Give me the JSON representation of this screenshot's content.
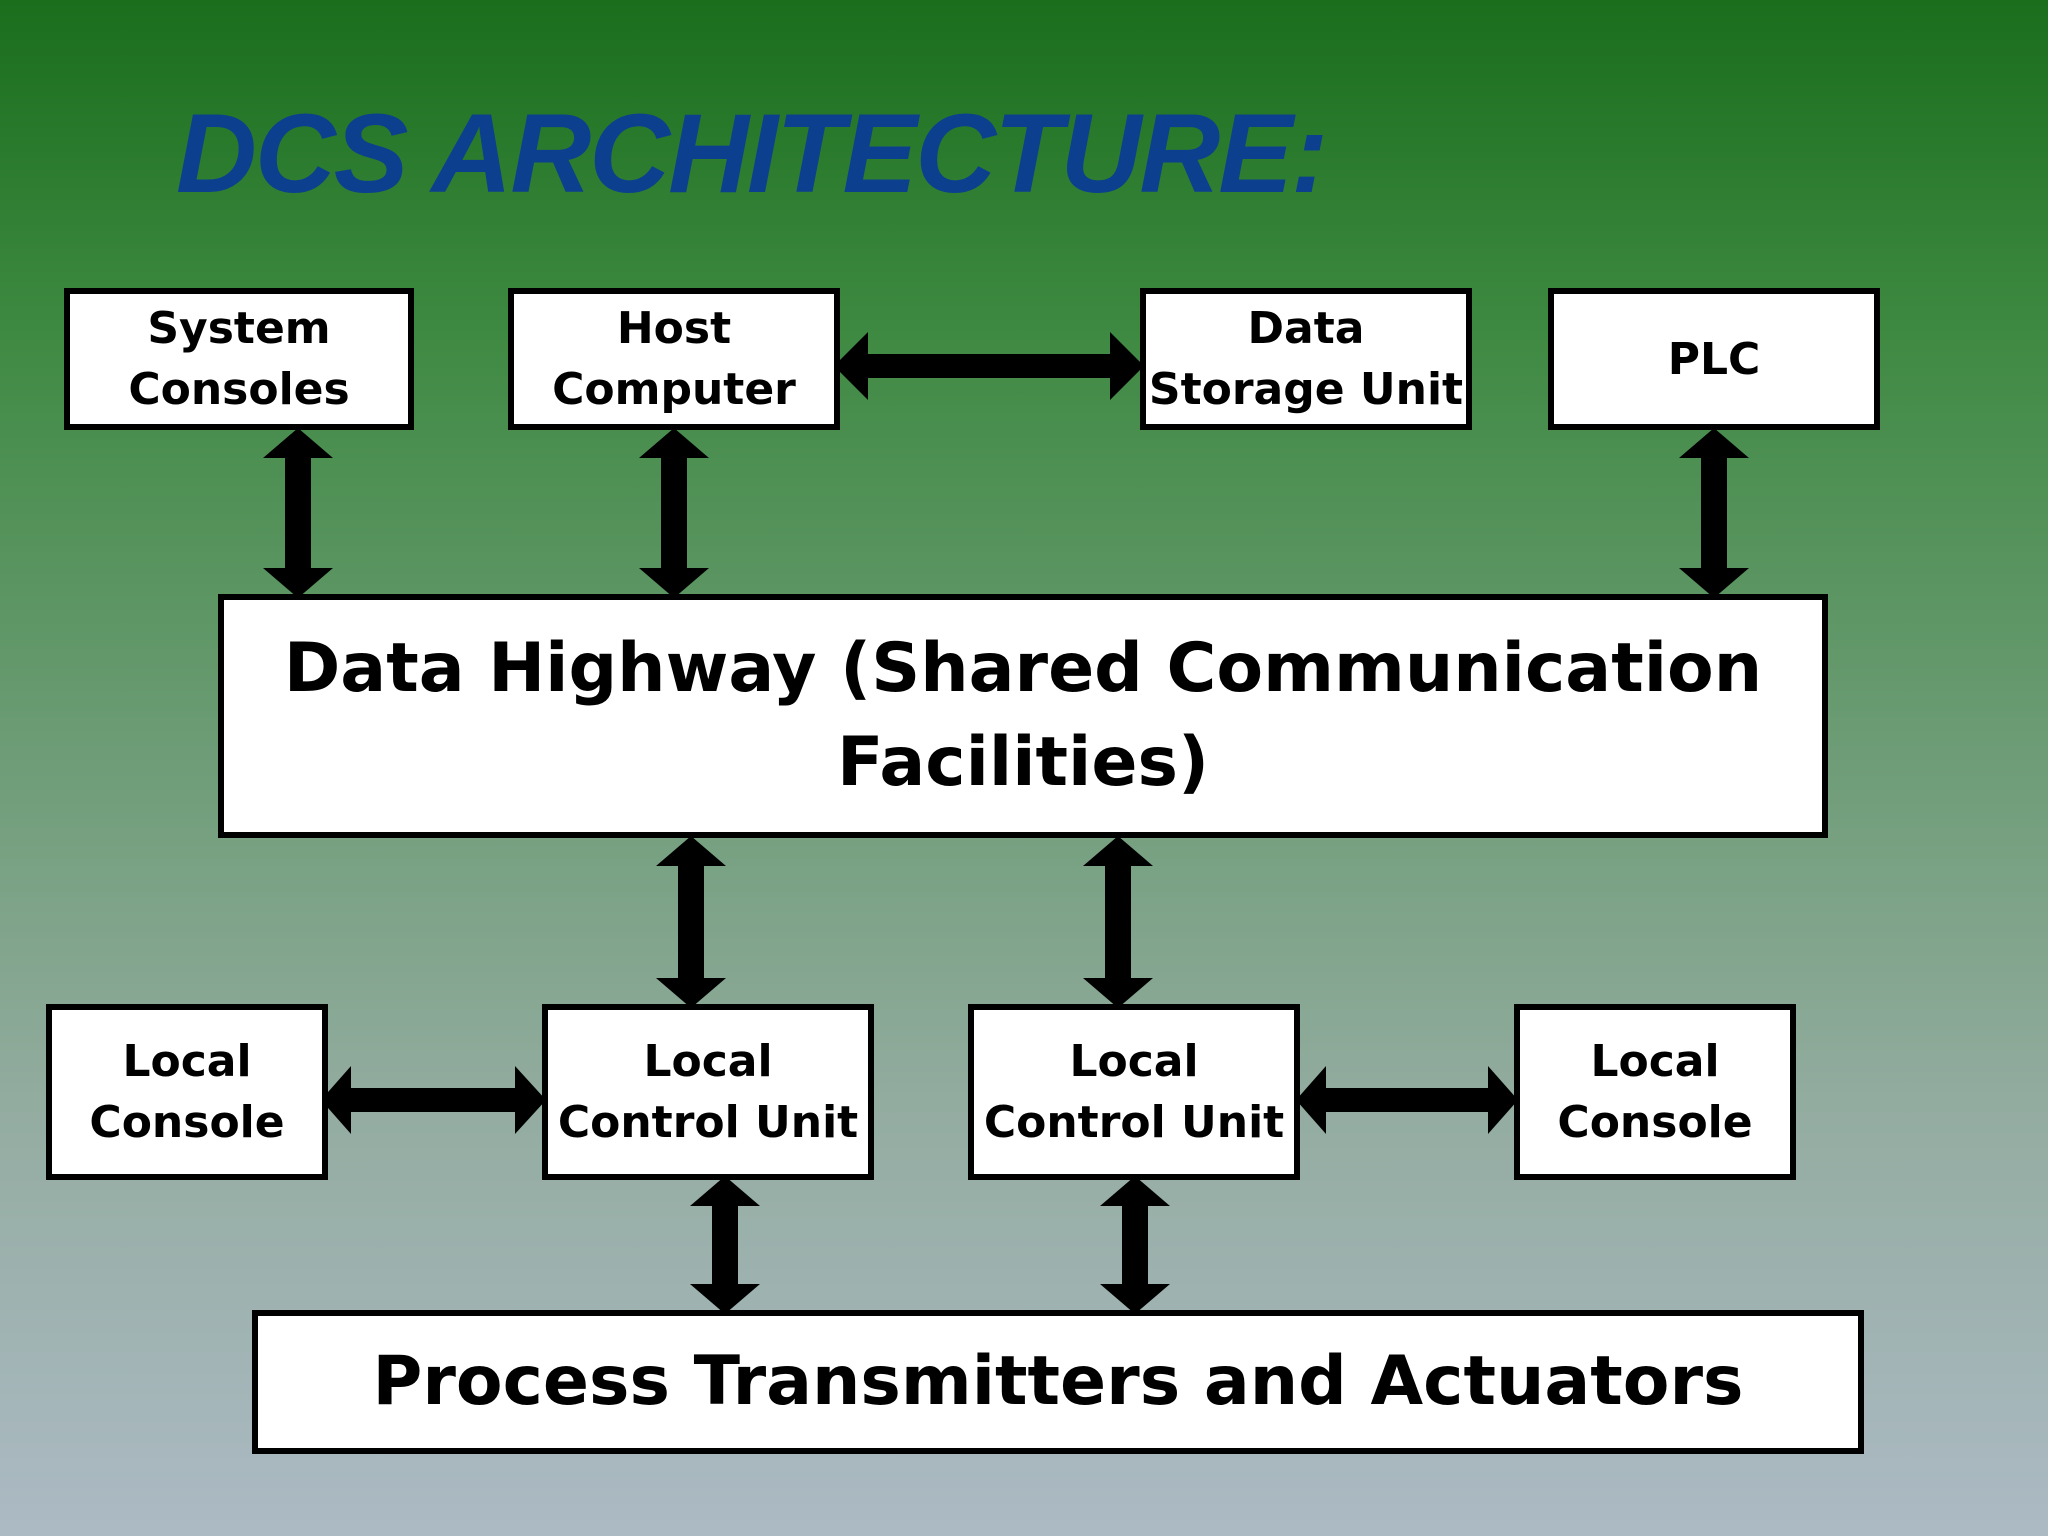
{
  "title": "DCS ARCHITECTURE:",
  "nodes": {
    "system_consoles": "System\nConsoles",
    "host_computer": "Host\nComputer",
    "data_storage_unit": "Data\nStorage Unit",
    "plc": "PLC",
    "data_highway": "Data Highway (Shared Communication\nFacilities)",
    "local_console_left": "Local\nConsole",
    "local_control_unit_left": "Local\nControl Unit",
    "local_control_unit_right": "Local\nControl Unit",
    "local_console_right": "Local\nConsole",
    "process_transmitters": "Process Transmitters and Actuators"
  },
  "edges": [
    [
      "host_computer",
      "data_storage_unit"
    ],
    [
      "system_consoles",
      "data_highway"
    ],
    [
      "host_computer",
      "data_highway"
    ],
    [
      "plc",
      "data_highway"
    ],
    [
      "data_highway",
      "local_control_unit_left"
    ],
    [
      "data_highway",
      "local_control_unit_right"
    ],
    [
      "local_console_left",
      "local_control_unit_left"
    ],
    [
      "local_control_unit_right",
      "local_console_right"
    ],
    [
      "local_control_unit_left",
      "process_transmitters"
    ],
    [
      "local_control_unit_right",
      "process_transmitters"
    ]
  ],
  "colors": {
    "title": "#0d3f8f",
    "box_fill": "#ffffff",
    "box_border": "#000000",
    "arrow": "#000000"
  }
}
